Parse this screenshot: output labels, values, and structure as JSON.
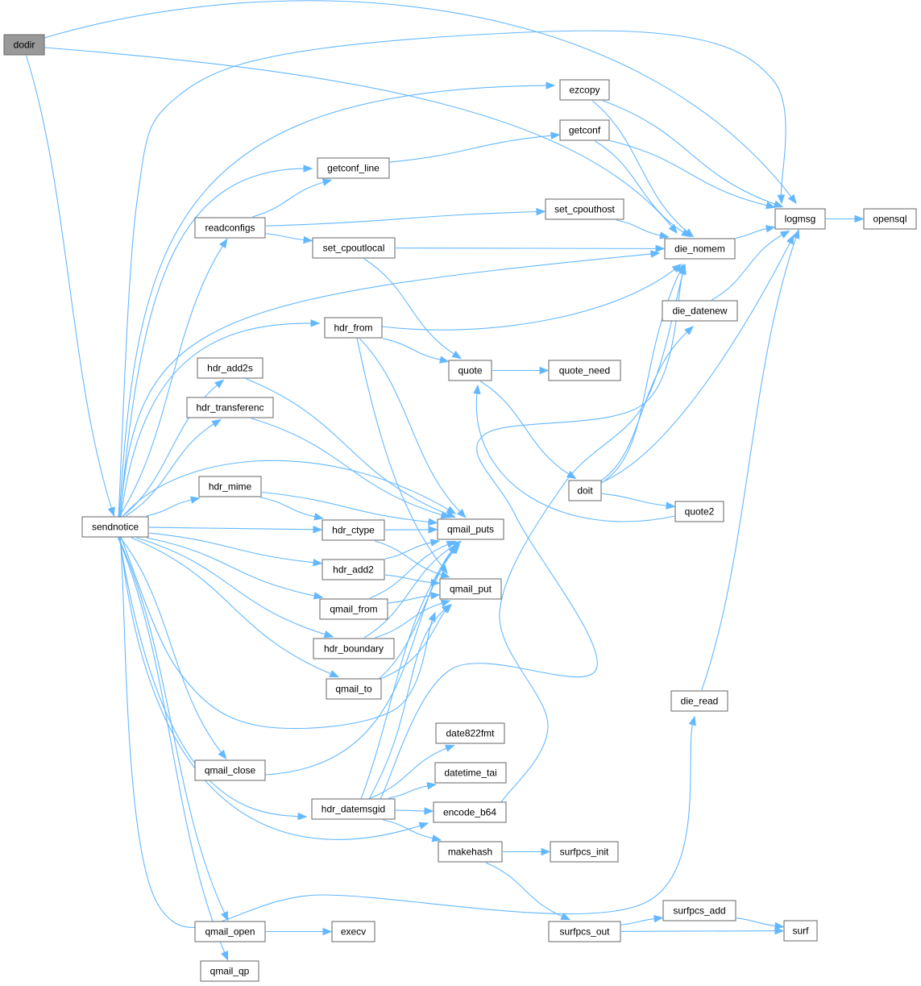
{
  "diagram": {
    "accent_edge_color": "#63b8ff",
    "root_node_color": "#999999",
    "nodes": [
      {
        "id": "dodir",
        "label": "dodir"
      },
      {
        "id": "sendnotice",
        "label": "sendnotice"
      },
      {
        "id": "logmsg",
        "label": "logmsg"
      },
      {
        "id": "opensql",
        "label": "opensql"
      },
      {
        "id": "die_nomem",
        "label": "die_nomem"
      },
      {
        "id": "ezcopy",
        "label": "ezcopy"
      },
      {
        "id": "getconf",
        "label": "getconf"
      },
      {
        "id": "getconf_line",
        "label": "getconf_line"
      },
      {
        "id": "readconfigs",
        "label": "readconfigs"
      },
      {
        "id": "set_cpouthost",
        "label": "set_cpouthost"
      },
      {
        "id": "set_cpoutlocal",
        "label": "set_cpoutlocal"
      },
      {
        "id": "die_datenew",
        "label": "die_datenew"
      },
      {
        "id": "hdr_from",
        "label": "hdr_from"
      },
      {
        "id": "quote",
        "label": "quote"
      },
      {
        "id": "quote_need",
        "label": "quote_need"
      },
      {
        "id": "hdr_add2s",
        "label": "hdr_add2s"
      },
      {
        "id": "hdr_transferenc",
        "label": "hdr_transferenc"
      },
      {
        "id": "doit",
        "label": "doit"
      },
      {
        "id": "hdr_mime",
        "label": "hdr_mime"
      },
      {
        "id": "quote2",
        "label": "quote2"
      },
      {
        "id": "qmail_puts",
        "label": "qmail_puts"
      },
      {
        "id": "hdr_ctype",
        "label": "hdr_ctype"
      },
      {
        "id": "hdr_add2",
        "label": "hdr_add2"
      },
      {
        "id": "qmail_put",
        "label": "qmail_put"
      },
      {
        "id": "qmail_from",
        "label": "qmail_from"
      },
      {
        "id": "hdr_boundary",
        "label": "hdr_boundary"
      },
      {
        "id": "qmail_to",
        "label": "qmail_to"
      },
      {
        "id": "die_read",
        "label": "die_read"
      },
      {
        "id": "date822fmt",
        "label": "date822fmt"
      },
      {
        "id": "qmail_close",
        "label": "qmail_close"
      },
      {
        "id": "datetime_tai",
        "label": "datetime_tai"
      },
      {
        "id": "hdr_datemsgid",
        "label": "hdr_datemsgid"
      },
      {
        "id": "encode_b64",
        "label": "encode_b64"
      },
      {
        "id": "makehash",
        "label": "makehash"
      },
      {
        "id": "surfpcs_init",
        "label": "surfpcs_init"
      },
      {
        "id": "surfpcs_add",
        "label": "surfpcs_add"
      },
      {
        "id": "qmail_open",
        "label": "qmail_open"
      },
      {
        "id": "execv",
        "label": "execv"
      },
      {
        "id": "surfpcs_out",
        "label": "surfpcs_out"
      },
      {
        "id": "surf",
        "label": "surf"
      },
      {
        "id": "qmail_qp",
        "label": "qmail_qp"
      }
    ],
    "edges": [
      [
        "dodir",
        "logmsg"
      ],
      [
        "dodir",
        "die_nomem"
      ],
      [
        "dodir",
        "sendnotice"
      ],
      [
        "sendnotice",
        "ezcopy"
      ],
      [
        "sendnotice",
        "logmsg"
      ],
      [
        "sendnotice",
        "getconf_line"
      ],
      [
        "sendnotice",
        "readconfigs"
      ],
      [
        "sendnotice",
        "die_nomem"
      ],
      [
        "sendnotice",
        "hdr_from"
      ],
      [
        "sendnotice",
        "hdr_add2s"
      ],
      [
        "sendnotice",
        "hdr_transferenc"
      ],
      [
        "sendnotice",
        "qmail_puts"
      ],
      [
        "sendnotice",
        "hdr_mime"
      ],
      [
        "sendnotice",
        "hdr_ctype"
      ],
      [
        "sendnotice",
        "hdr_add2"
      ],
      [
        "sendnotice",
        "qmail_from"
      ],
      [
        "sendnotice",
        "hdr_boundary"
      ],
      [
        "sendnotice",
        "qmail_to"
      ],
      [
        "sendnotice",
        "qmail_put"
      ],
      [
        "sendnotice",
        "qmail_close"
      ],
      [
        "sendnotice",
        "hdr_datemsgid"
      ],
      [
        "sendnotice",
        "encode_b64"
      ],
      [
        "sendnotice",
        "die_read"
      ],
      [
        "sendnotice",
        "qmail_open"
      ],
      [
        "sendnotice",
        "qmail_qp"
      ],
      [
        "ezcopy",
        "logmsg"
      ],
      [
        "ezcopy",
        "die_nomem"
      ],
      [
        "getconf",
        "logmsg"
      ],
      [
        "getconf",
        "die_nomem"
      ],
      [
        "getconf_line",
        "getconf"
      ],
      [
        "readconfigs",
        "getconf_line"
      ],
      [
        "readconfigs",
        "set_cpouthost"
      ],
      [
        "readconfigs",
        "set_cpoutlocal"
      ],
      [
        "set_cpouthost",
        "die_nomem"
      ],
      [
        "set_cpoutlocal",
        "die_nomem"
      ],
      [
        "set_cpoutlocal",
        "quote"
      ],
      [
        "die_nomem",
        "logmsg"
      ],
      [
        "logmsg",
        "opensql"
      ],
      [
        "die_datenew",
        "logmsg"
      ],
      [
        "hdr_from",
        "die_nomem"
      ],
      [
        "hdr_from",
        "quote"
      ],
      [
        "hdr_from",
        "qmail_puts"
      ],
      [
        "hdr_from",
        "qmail_put"
      ],
      [
        "quote",
        "quote_need"
      ],
      [
        "quote",
        "doit"
      ],
      [
        "doit",
        "die_nomem"
      ],
      [
        "doit",
        "die_datenew"
      ],
      [
        "doit",
        "logmsg"
      ],
      [
        "doit",
        "quote2"
      ],
      [
        "quote2",
        "quote"
      ],
      [
        "hdr_add2s",
        "qmail_puts"
      ],
      [
        "hdr_transferenc",
        "qmail_puts"
      ],
      [
        "hdr_mime",
        "qmail_puts"
      ],
      [
        "hdr_mime",
        "hdr_ctype"
      ],
      [
        "hdr_ctype",
        "qmail_puts"
      ],
      [
        "hdr_ctype",
        "qmail_put"
      ],
      [
        "hdr_add2",
        "qmail_puts"
      ],
      [
        "hdr_add2",
        "qmail_put"
      ],
      [
        "qmail_from",
        "qmail_puts"
      ],
      [
        "qmail_from",
        "qmail_put"
      ],
      [
        "hdr_boundary",
        "qmail_puts"
      ],
      [
        "hdr_boundary",
        "qmail_put"
      ],
      [
        "qmail_to",
        "qmail_puts"
      ],
      [
        "qmail_to",
        "qmail_put"
      ],
      [
        "qmail_close",
        "qmail_puts"
      ],
      [
        "hdr_datemsgid",
        "qmail_puts"
      ],
      [
        "hdr_datemsgid",
        "qmail_put"
      ],
      [
        "hdr_datemsgid",
        "date822fmt"
      ],
      [
        "hdr_datemsgid",
        "datetime_tai"
      ],
      [
        "hdr_datemsgid",
        "encode_b64"
      ],
      [
        "hdr_datemsgid",
        "makehash"
      ],
      [
        "hdr_datemsgid",
        "die_nomem"
      ],
      [
        "encode_b64",
        "die_nomem"
      ],
      [
        "die_read",
        "logmsg"
      ],
      [
        "makehash",
        "surfpcs_init"
      ],
      [
        "makehash",
        "surfpcs_out"
      ],
      [
        "surfpcs_out",
        "surfpcs_add"
      ],
      [
        "surfpcs_out",
        "surf"
      ],
      [
        "surfpcs_add",
        "surf"
      ],
      [
        "qmail_open",
        "execv"
      ]
    ]
  }
}
